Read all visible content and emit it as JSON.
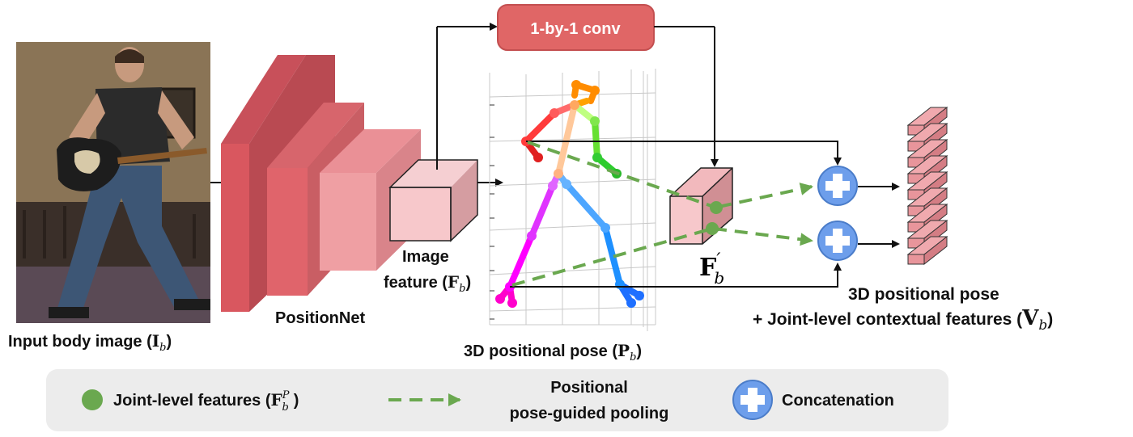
{
  "conv_box": {
    "label": "1-by-1 conv"
  },
  "labels": {
    "input": {
      "text": "Input body image (",
      "sym": "I",
      "sub": "b",
      "close": ")"
    },
    "positionnet": "PositionNet",
    "image_feature": {
      "line1": "Image",
      "line2": "feature (",
      "sym": "F",
      "sub": "b",
      "close": ")"
    },
    "pose": {
      "text": "3D positional pose (",
      "sym": "P",
      "sub": "b",
      "close": ")"
    },
    "fprime": {
      "sym": "F",
      "prime": "′",
      "sub": "b"
    },
    "output": {
      "line1": "3D positional pose",
      "line2": "+ Joint-level contextual features (",
      "sym": "V",
      "sub": "b",
      "close": ")"
    }
  },
  "legend": {
    "joint": {
      "text": "Joint-level features (",
      "sym": "F",
      "sub": "b",
      "sup": "P",
      "close": ")"
    },
    "pooling": {
      "line1": "Positional",
      "line2": "pose-guided pooling"
    },
    "concat": "Concatenation"
  },
  "colors": {
    "conv_fill": "#e06666",
    "block_dark": "#d9575f",
    "block_mid": "#e67c82",
    "block_light": "#ef9fa3",
    "block_lightest": "#f7c8cb",
    "feature_green": "#6aa84f",
    "concat_blue": "#6d9eeb",
    "legend_bg": "#ececec"
  }
}
